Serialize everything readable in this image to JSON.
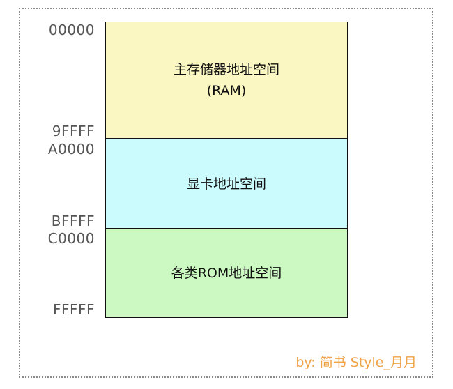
{
  "blocks": [
    {
      "label_line1": "主存储器地址空间",
      "label_line2": "(RAM)",
      "start": "00000",
      "end": "9FFFF",
      "color": "#faf7c2"
    },
    {
      "label_line1": "显卡地址空间",
      "start": "A0000",
      "end": "BFFFF",
      "color": "#ccfbfe"
    },
    {
      "label_line1": "各类ROM地址空间",
      "start": "C0000",
      "end": "FFFFF",
      "color": "#ccf9c2"
    }
  ],
  "credit": "by: 简书 Style_月月",
  "colors": {
    "frame_border": "#8a8a8a",
    "address_text": "#555555",
    "credit_text": "#f0a347"
  }
}
